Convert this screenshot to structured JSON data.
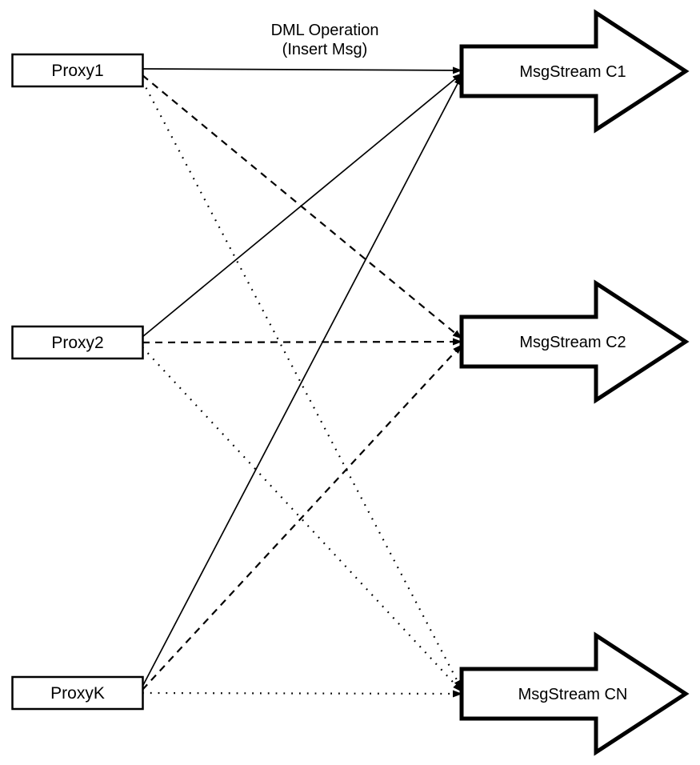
{
  "diagram": {
    "title": "Proxy to MsgStream fan-out diagram",
    "annotation": {
      "line1": "DML Operation",
      "line2": "(Insert Msg)"
    },
    "proxies": [
      {
        "label": "Proxy1"
      },
      {
        "label": "Proxy2"
      },
      {
        "label": "ProxyK"
      }
    ],
    "streams": [
      {
        "label": "MsgStream C1"
      },
      {
        "label": "MsgStream C2"
      },
      {
        "label": "MsgStream CN"
      }
    ],
    "edges": [
      {
        "from": "Proxy1",
        "to": "MsgStream C1",
        "style": "solid"
      },
      {
        "from": "Proxy1",
        "to": "MsgStream C2",
        "style": "dashed"
      },
      {
        "from": "Proxy1",
        "to": "MsgStream CN",
        "style": "dotted"
      },
      {
        "from": "Proxy2",
        "to": "MsgStream C1",
        "style": "solid"
      },
      {
        "from": "Proxy2",
        "to": "MsgStream C2",
        "style": "dashed"
      },
      {
        "from": "Proxy2",
        "to": "MsgStream CN",
        "style": "dotted"
      },
      {
        "from": "ProxyK",
        "to": "MsgStream C1",
        "style": "solid"
      },
      {
        "from": "ProxyK",
        "to": "MsgStream C2",
        "style": "dashed"
      },
      {
        "from": "ProxyK",
        "to": "MsgStream CN",
        "style": "dotted"
      }
    ],
    "colors": {
      "stroke": "#000000",
      "fill": "#ffffff",
      "background": "#ffffff"
    }
  }
}
